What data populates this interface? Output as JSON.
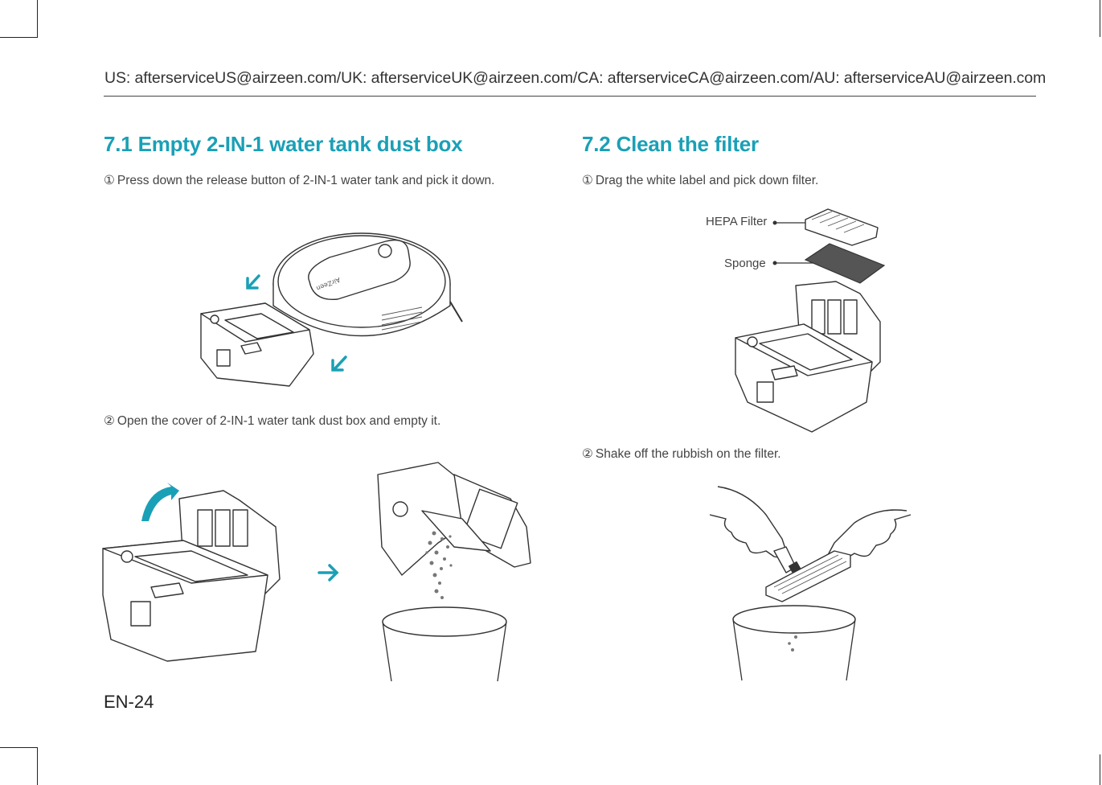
{
  "header": {
    "contact": "US: afterserviceUS@airzeen.com/UK: afterserviceUK@airzeen.com/CA: afterserviceCA@airzeen.com/AU: afterserviceAU@airzeen.com"
  },
  "section1": {
    "title": "7.1 Empty 2-IN-1 water tank dust box",
    "step1_num": "①",
    "step1": "Press down the release button of 2-IN-1 water tank and pick it down.",
    "step2_num": "②",
    "step2": "Open the cover of 2-IN-1 water tank dust box and empty it."
  },
  "section2": {
    "title": "7.2 Clean the filter",
    "step1_num": "①",
    "step1": "Drag the white label and pick down filter.",
    "label_hepa": "HEPA Filter",
    "label_sponge": "Sponge",
    "step2_num": "②",
    "step2": "Shake off the rubbish on the filter."
  },
  "robot_brand": "AirZeen",
  "footer": {
    "page": "EN-24"
  },
  "colors": {
    "accent": "#1aa0b6",
    "text": "#333333",
    "rule": "#444444"
  },
  "icons": [
    "arrow-down-left-icon",
    "arrow-right-icon",
    "curved-arrow-icon"
  ]
}
